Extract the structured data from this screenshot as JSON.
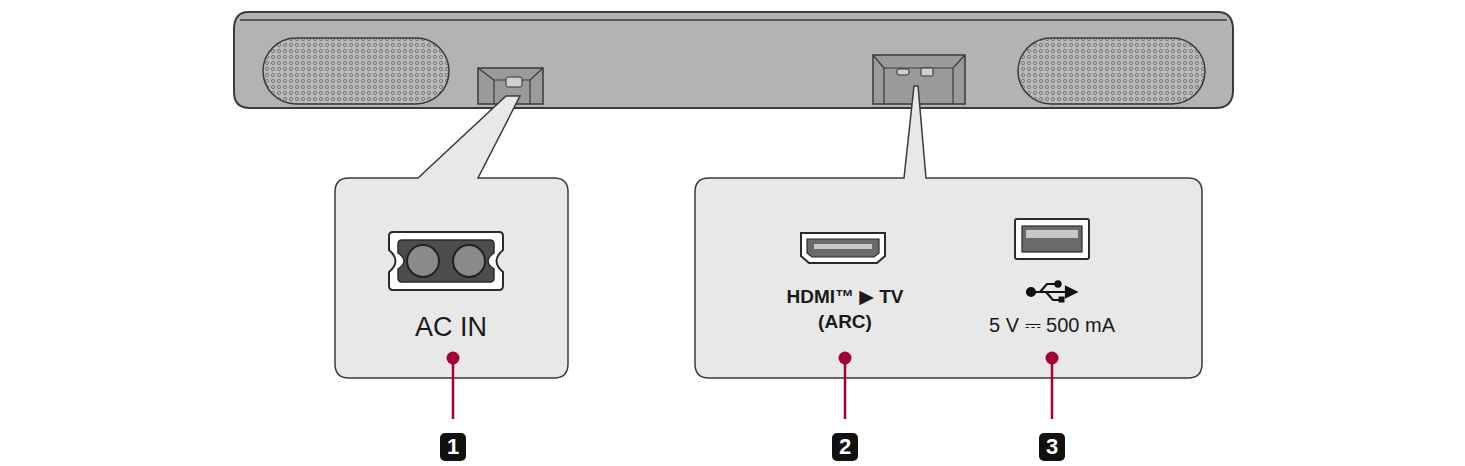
{
  "diagram": {
    "nodes": [
      {
        "text": [
          "AC IN"
        ]
      },
      {
        "text": [
          "HDMI™ ▶ TV (ARC)",
          "5 V ⎓ 500 mA"
        ]
      }
    ],
    "labels": [
      "1",
      "2",
      "3"
    ]
  }
}
